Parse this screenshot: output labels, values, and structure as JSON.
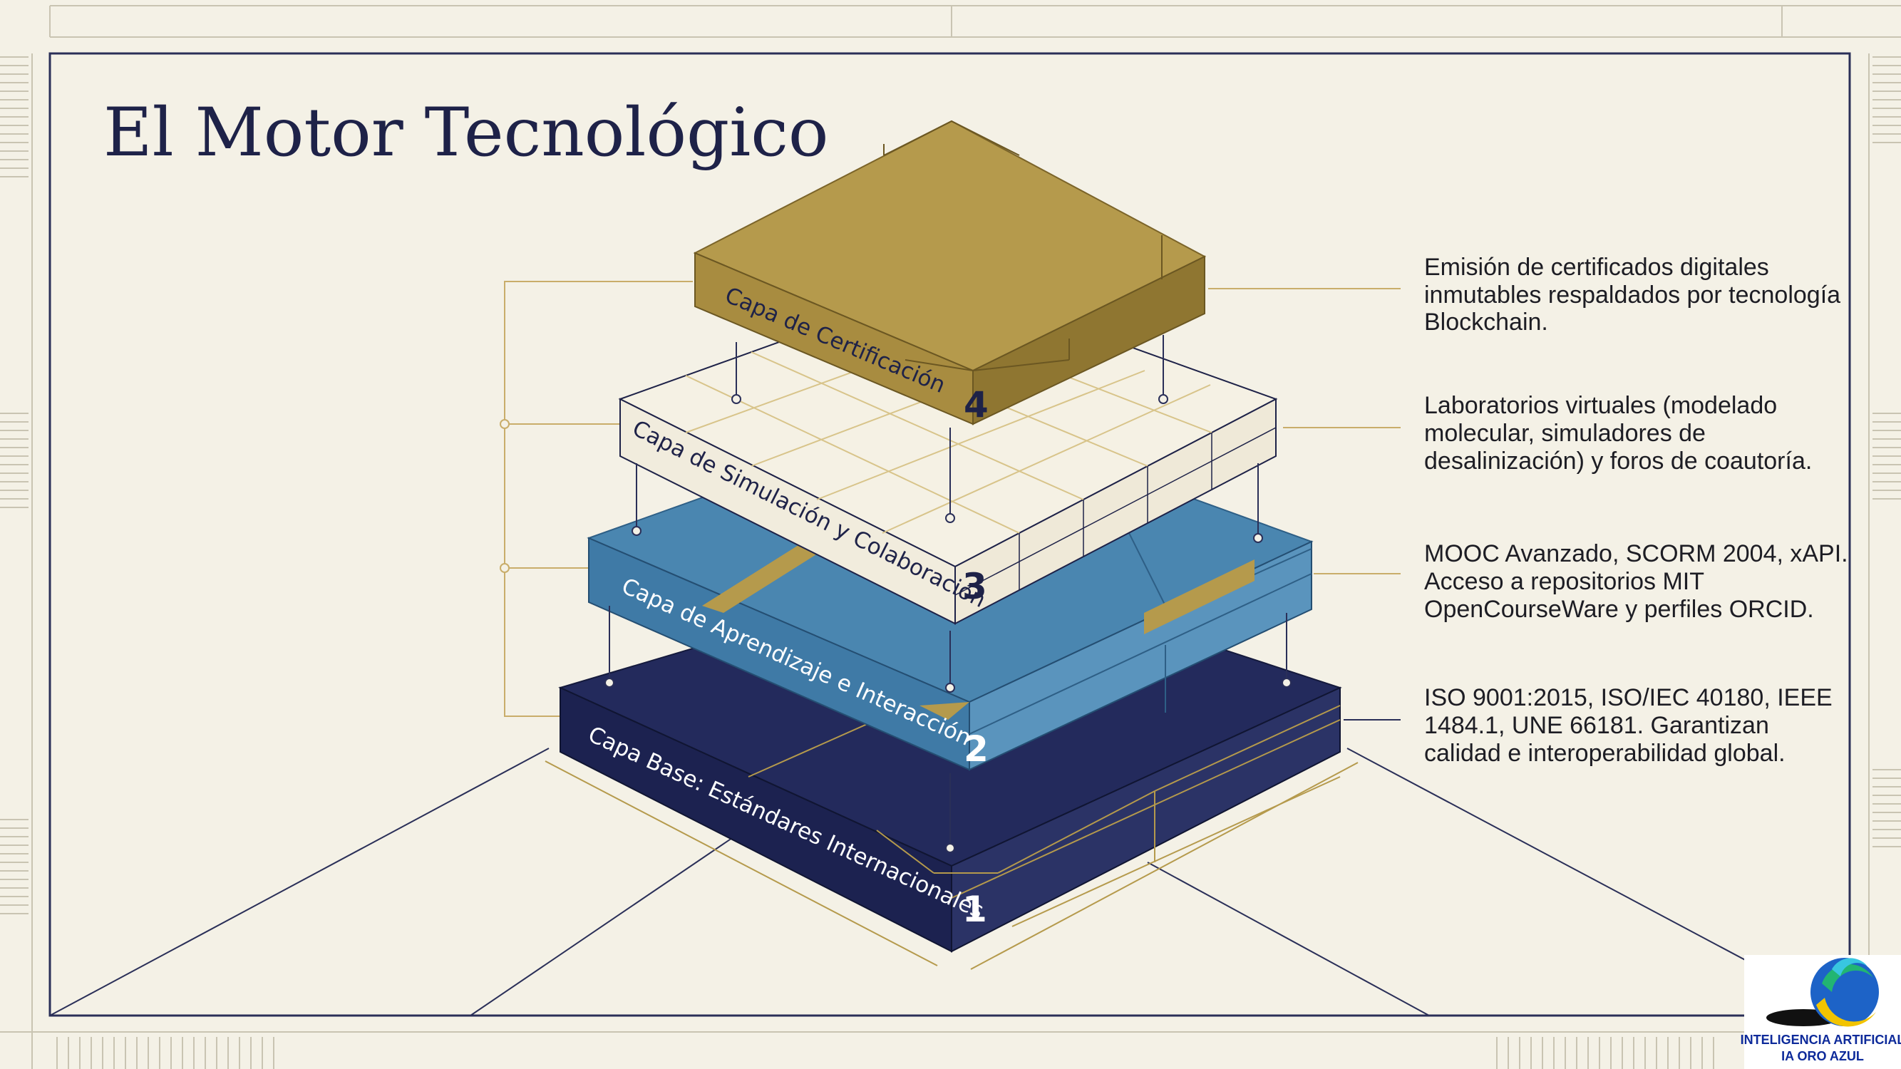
{
  "title": "El Motor Tecnológico",
  "layers": [
    {
      "number": "1",
      "name": "Capa Base: Estándares Internacionales",
      "description": [
        "ISO 9001:2015, ISO/IEC 40180, IEEE",
        "1484.1, UNE 66181. Garantizan",
        "calidad e interoperabilidad global."
      ]
    },
    {
      "number": "2",
      "name": "Capa de Aprendizaje e Interacción",
      "description": [
        "MOOC Avanzado, SCORM 2004, xAPI.",
        "Acceso a repositorios MIT",
        "OpenCourseWare y perfiles ORCID."
      ]
    },
    {
      "number": "3",
      "name": "Capa de Simulación y Colaboración",
      "description": [
        "Laboratorios virtuales (modelado",
        "molecular, simuladores de",
        "desalinización) y foros de coautoría."
      ]
    },
    {
      "number": "4",
      "name": "Capa de Certificación",
      "description": [
        "Emisión de certificados digitales",
        "inmutables respaldados por tecnología",
        "Blockchain."
      ]
    }
  ],
  "logo": {
    "line1": "INTELIGENCIA ARTIFICIAL",
    "line2": "IA ORO AZUL"
  },
  "colors": {
    "background": "#f4f1e6",
    "gold": "#b59a4c",
    "navy": "#232a5c",
    "blue": "#4a86b0",
    "cream": "#f3efe2",
    "line": "#c9ad6a"
  }
}
